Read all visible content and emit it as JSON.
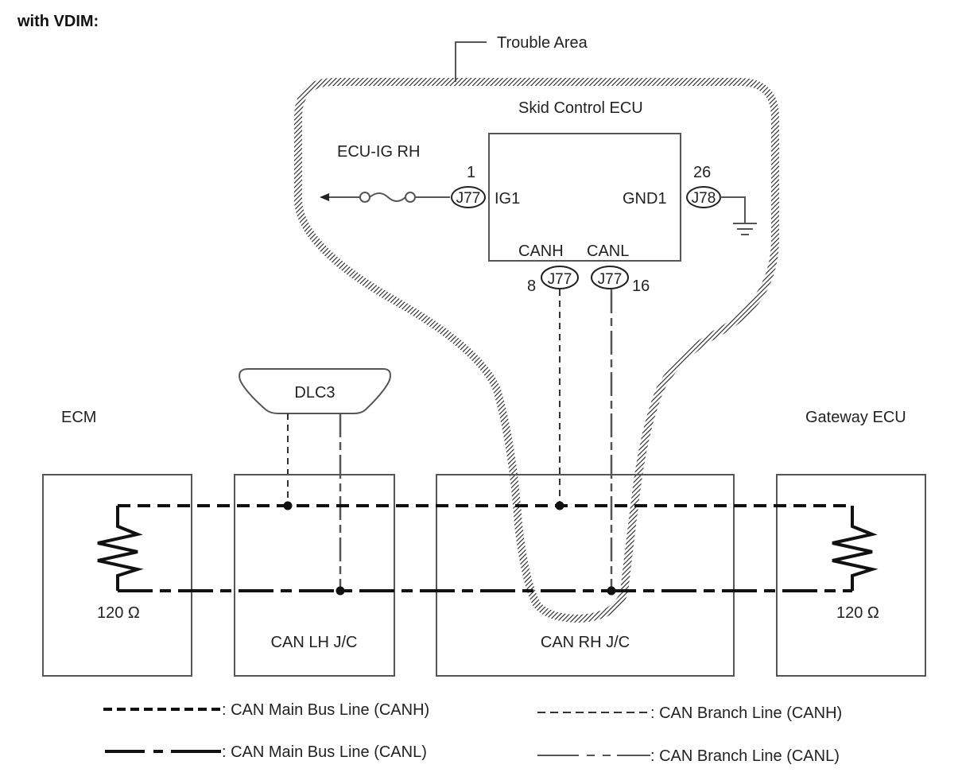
{
  "header": {
    "title": "with VDIM:"
  },
  "trouble_area": {
    "label": "Trouble Area"
  },
  "skid_ecu": {
    "title": "Skid Control ECU",
    "pins": {
      "ig1": {
        "name": "IG1",
        "connector": "J77",
        "pin": "1"
      },
      "gnd1": {
        "name": "GND1",
        "connector": "J78",
        "pin": "26"
      },
      "canh": {
        "name": "CANH",
        "connector": "J77",
        "pin": "8"
      },
      "canl": {
        "name": "CANL",
        "connector": "J77",
        "pin": "16"
      }
    },
    "fuse_label": "ECU-IG RH"
  },
  "dlc3": {
    "label": "DLC3"
  },
  "modules": {
    "ecm": {
      "title": "ECM",
      "resistor": "120 Ω"
    },
    "can_lh_jc": {
      "title": "CAN LH J/C"
    },
    "can_rh_jc": {
      "title": "CAN RH J/C"
    },
    "gateway": {
      "title": "Gateway ECU",
      "resistor": "120 Ω"
    }
  },
  "legend": [
    {
      "style": "main-canh",
      "label": ": CAN Main Bus Line (CANH)"
    },
    {
      "style": "main-canl",
      "label": ": CAN Main Bus Line (CANL)"
    },
    {
      "style": "branch-canh",
      "label": ": CAN Branch Line (CANH)"
    },
    {
      "style": "branch-canl",
      "label": ": CAN Branch Line (CANL)"
    }
  ],
  "colors": {
    "line": "#111111",
    "box": "#555555",
    "background": "#ffffff"
  }
}
